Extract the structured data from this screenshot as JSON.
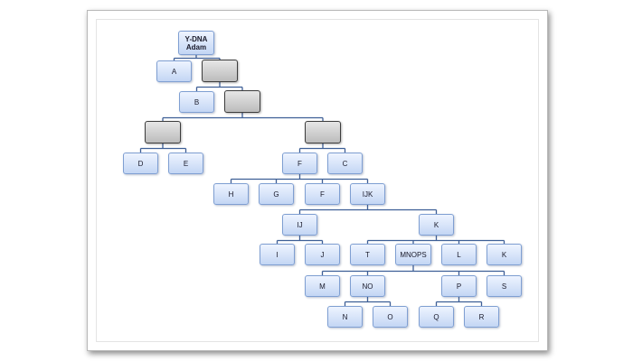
{
  "diagram": {
    "colors": {
      "box_fill": "#dbe6fa",
      "box_border": "#7f9fd2",
      "placeholder_fill": "#cfcfcf",
      "placeholder_border": "#3d3d3d",
      "connector": "#3e5f96"
    },
    "nodes": {
      "root": "Y-DNA\nAdam",
      "a": "A",
      "b": "B",
      "d": "D",
      "e": "E",
      "f": "F",
      "c": "C",
      "h": "H",
      "g": "G",
      "f2": "F",
      "ijk": "IJK",
      "ij": "IJ",
      "k": "K",
      "i": "I",
      "j": "J",
      "t": "T",
      "mnops": "MNOPS",
      "l": "L",
      "k2": "K",
      "m": "M",
      "no": "NO",
      "p": "P",
      "s": "S",
      "n": "N",
      "o": "O",
      "q": "Q",
      "r": "R"
    },
    "edges": [
      [
        "root",
        "a"
      ],
      [
        "root",
        "g1"
      ],
      [
        "g1",
        "b"
      ],
      [
        "g1",
        "g2"
      ],
      [
        "g2",
        "g3"
      ],
      [
        "g2",
        "g4"
      ],
      [
        "g3",
        "d"
      ],
      [
        "g3",
        "e"
      ],
      [
        "g4",
        "f"
      ],
      [
        "g4",
        "c"
      ],
      [
        "f",
        "h"
      ],
      [
        "f",
        "g"
      ],
      [
        "f",
        "f2"
      ],
      [
        "f",
        "ijk"
      ],
      [
        "ijk",
        "ij"
      ],
      [
        "ijk",
        "k"
      ],
      [
        "ij",
        "i"
      ],
      [
        "ij",
        "j"
      ],
      [
        "k",
        "t"
      ],
      [
        "k",
        "mnops"
      ],
      [
        "k",
        "l"
      ],
      [
        "k",
        "k2"
      ],
      [
        "mnops",
        "m"
      ],
      [
        "mnops",
        "no"
      ],
      [
        "mnops",
        "p"
      ],
      [
        "mnops",
        "s"
      ],
      [
        "no",
        "n"
      ],
      [
        "no",
        "o"
      ],
      [
        "p",
        "q"
      ],
      [
        "p",
        "r"
      ]
    ]
  }
}
